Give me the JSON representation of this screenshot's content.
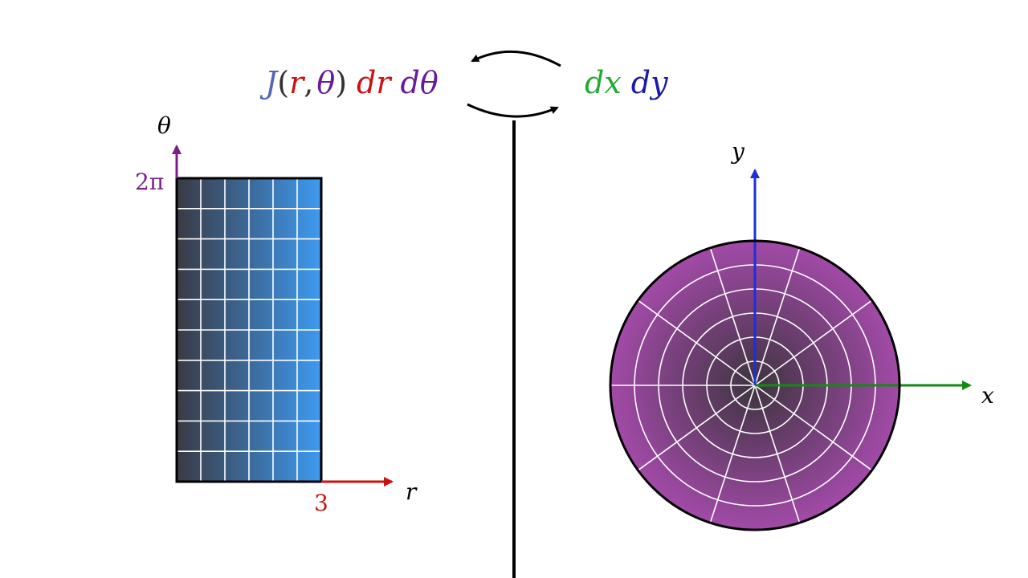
{
  "formula_left": {
    "J": "J",
    "open_paren": "(",
    "r": "r",
    "comma": ",",
    "theta": "θ",
    "close_paren": ")",
    "dr": "dr",
    "dtheta": "dθ"
  },
  "formula_right": {
    "dx": "dx",
    "dy": "dy"
  },
  "rect_plot": {
    "theta_axis_label": "θ",
    "theta_max_label": "2π",
    "r_axis_label": "r",
    "r_max_label": "3",
    "r_divisions": 6,
    "theta_divisions": 10
  },
  "disk_plot": {
    "x_axis_label": "x",
    "y_axis_label": "y",
    "rings": 6,
    "spokes": 10
  },
  "colors": {
    "J": "#5566bb",
    "r": "#cc1111",
    "theta": "#6a1b9a",
    "neutral": "#333333",
    "dx": "#22aa33",
    "dy": "#1a1aa6",
    "r_axis": "#cc1111",
    "theta_axis": "#7a1f8a",
    "x_axis": "#138a13",
    "y_axis": "#1f2fd6",
    "rect_start": "#3a3a44",
    "rect_end": "#3e9af0",
    "disk_center": "#3e3440",
    "disk_edge": "#a24aa8"
  }
}
